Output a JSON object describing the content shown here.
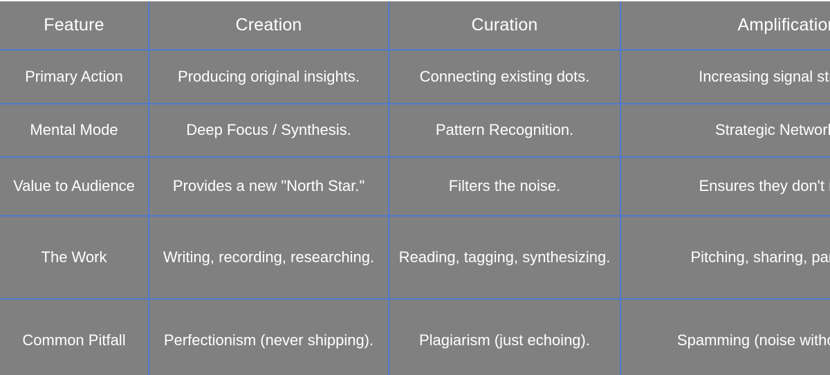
{
  "table": {
    "columns": [
      {
        "key": "feature",
        "label": "Feature"
      },
      {
        "key": "creation",
        "label": "Creation"
      },
      {
        "key": "curation",
        "label": "Curation"
      },
      {
        "key": "amplification",
        "label": "Amplification"
      }
    ],
    "rows": [
      {
        "feature": "Primary Action",
        "creation": "Producing original insights.",
        "curation": "Connecting existing dots.",
        "amplification": "Increasing signal strength."
      },
      {
        "feature": "Mental Mode",
        "creation": "Deep Focus / Synthesis.",
        "curation": "Pattern Recognition.",
        "amplification": "Strategic Networking."
      },
      {
        "feature": "Value to Audience",
        "creation": "Provides a new \"North Star.\"",
        "curation": "Filters the noise.",
        "amplification": "Ensures they don't miss it."
      },
      {
        "feature": "The Work",
        "creation": "Writing, recording, researching.",
        "curation": "Reading, tagging, synthesizing.",
        "amplification": "Pitching, sharing, partnering."
      },
      {
        "feature": "Common Pitfall",
        "creation": "Perfectionism (never shipping).",
        "curation": "Plagiarism (just echoing).",
        "amplification": "Spamming (noise without value)."
      }
    ]
  },
  "style": {
    "cell_background": "#808080",
    "grid_line_color": "#4e7ad1",
    "text_color": "#ffffff",
    "page_background": "#ffffff"
  }
}
